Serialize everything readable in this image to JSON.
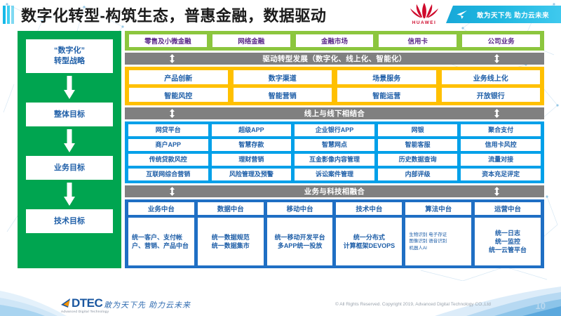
{
  "header": {
    "title": "数字化转型-构筑生态，普惠金融，数据驱动",
    "brand": "HUAWEI",
    "slogan": "敢为天下先 助力云未来",
    "plane_icon": "paper-plane-icon",
    "logo_icon": "huawei-flower-icon"
  },
  "strategy": {
    "items": [
      {
        "label": "“数字化”\n转型战略"
      },
      {
        "label": "整体目标"
      },
      {
        "label": "业务目标"
      },
      {
        "label": "技术目标"
      }
    ],
    "arrow_icon": "arrow-down-icon",
    "color": "#00a550"
  },
  "business_lines": {
    "color": "#8cc63e",
    "items": [
      "零售及小微金融",
      "网络金融",
      "金融市场",
      "信用卡",
      "公司业务"
    ]
  },
  "dividers": {
    "color": "#808080",
    "arrow_icon": "up-down-arrow-icon",
    "drive": "驱动转型发展（数字化、线上化、智能化）",
    "online_offline": "线上与线下相结合",
    "business_tech": "业务与科技相融合"
  },
  "goals": {
    "color": "#ffc000",
    "rows": [
      [
        "产品创新",
        "数字渠道",
        "场景服务",
        "业务线上化"
      ],
      [
        "智能风控",
        "智能营销",
        "智能运营",
        "开放银行"
      ]
    ]
  },
  "capabilities": {
    "color": "#00a0e9",
    "rows": [
      [
        "网贷平台",
        "超级APP",
        "企业银行APP",
        "网银",
        "聚合支付"
      ],
      [
        "商户APP",
        "智慧存款",
        "智慧网点",
        "智能客服",
        "信用卡风控"
      ],
      [
        "传统贷款风控",
        "理财营销",
        "互金影像内容管理",
        "历史数据查询",
        "流量对接"
      ],
      [
        "互联网综合营销",
        "风险管理及预警",
        "诉讼案件管理",
        "内部评级",
        "资本充足评定"
      ]
    ]
  },
  "platforms": {
    "color": "#1f6fc4",
    "columns": [
      {
        "head": "业务中台",
        "body": "统一客户、支付帐户、营销、产品中台",
        "style": "left"
      },
      {
        "head": "数据中台",
        "body": "统一数据规范\n统一数据集市",
        "style": "center"
      },
      {
        "head": "移动中台",
        "body": "统一移动开发平台\n多APP统一投放",
        "style": "center"
      },
      {
        "head": "技术中台",
        "body": "统一分布式\n计算框架DEVOPS",
        "style": "center"
      },
      {
        "head": "算法中台",
        "body": "生物识别 电子存证\n图像识别 语音识别\n机器人AI",
        "style": "tiny"
      },
      {
        "head": "运营中台",
        "body": "统一日志\n统一监控\n统一云管平台",
        "style": "center"
      }
    ]
  },
  "footer": {
    "logo_text": "DTEC",
    "logo_sub": "Advanced Digital Technology",
    "logo_icon": "dtec-triangle-icon",
    "slogan": "敢为天下先   助力云未来",
    "copyright": "© All Rights Reserved. Copyright 2019, Advanced Digital Technology CO.,Ltd",
    "page_number": "10"
  }
}
